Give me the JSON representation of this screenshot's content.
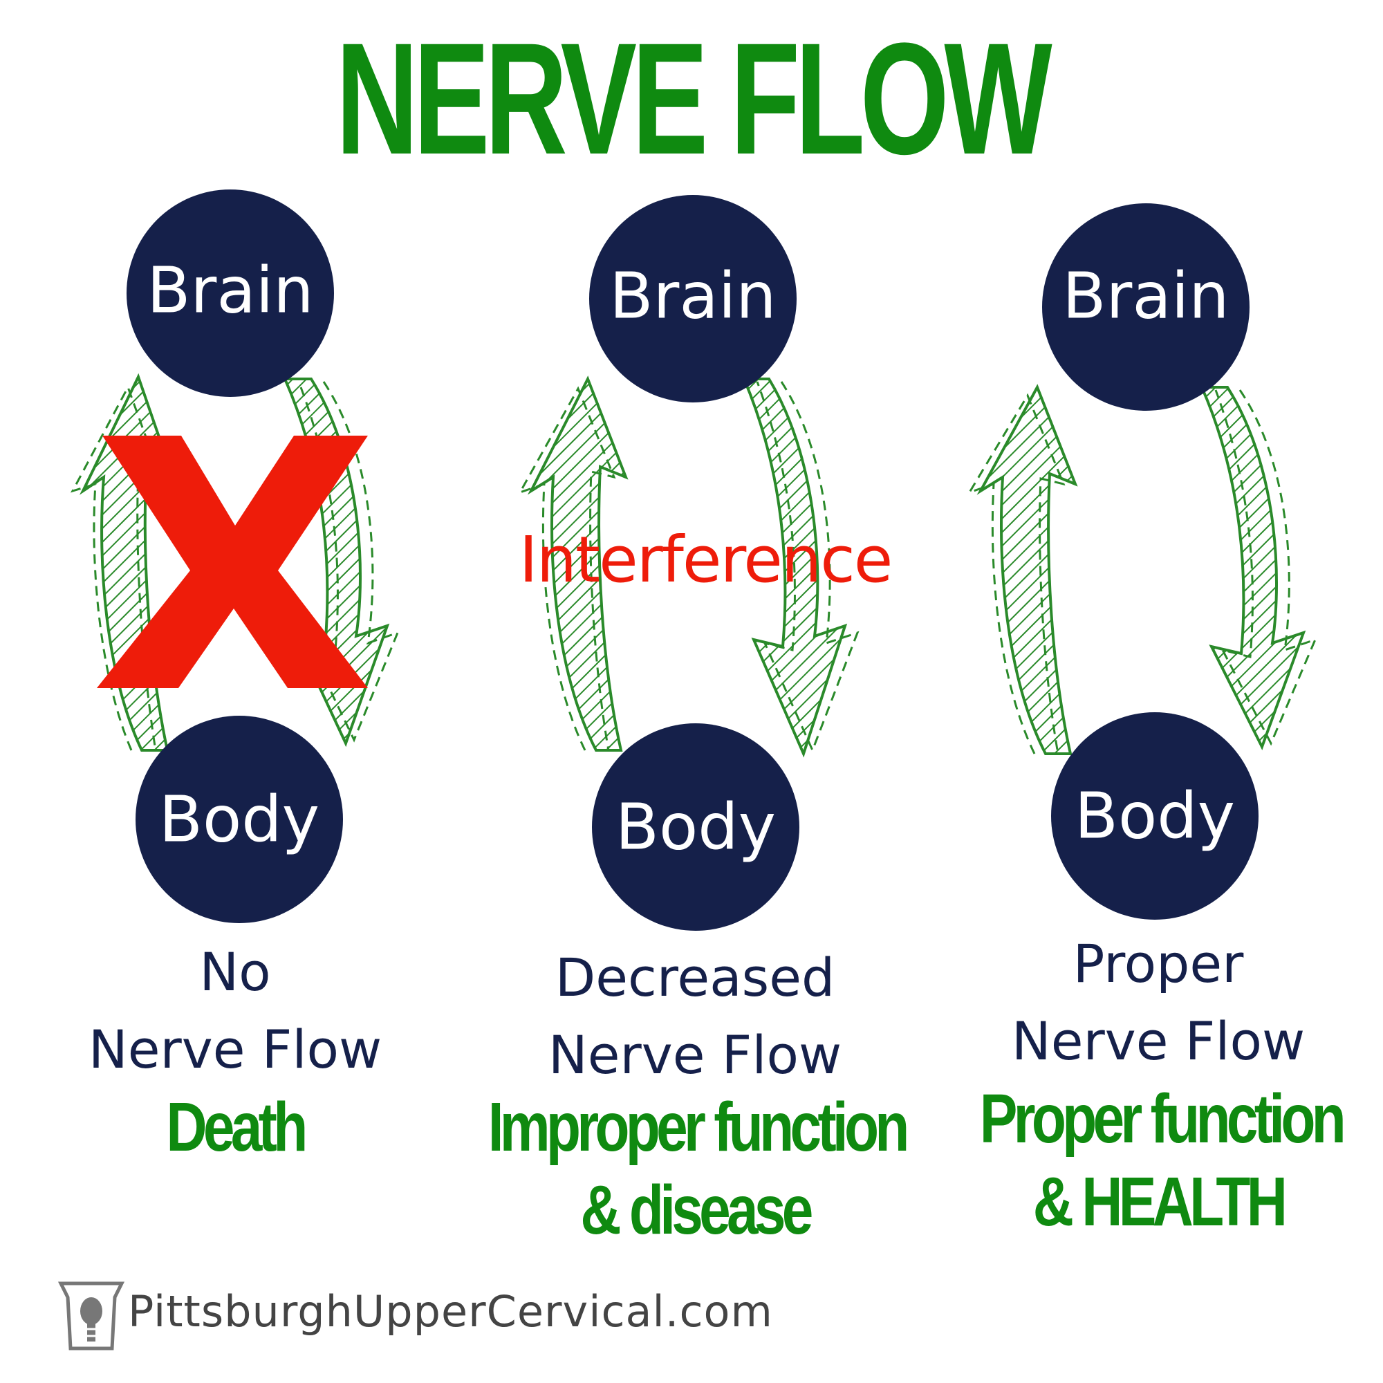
{
  "title": "NERVE FLOW",
  "colors": {
    "title_green": "#0f8a10",
    "node_navy": "#15204a",
    "arrow_green": "#2a8a2a",
    "warning_red": "#ee1c0a",
    "caption_navy": "#15204a",
    "footer_gray": "#444444"
  },
  "columns": [
    {
      "brain_label": "Brain",
      "body_label": "Body",
      "caption_lines": [
        "No",
        "Nerve Flow"
      ],
      "outcome_lines": [
        "Death"
      ],
      "blocked_icon": "red-x-icon"
    },
    {
      "brain_label": "Brain",
      "body_label": "Body",
      "caption_lines": [
        "Decreased",
        "Nerve Flow"
      ],
      "outcome_lines": [
        "Improper function",
        "& disease"
      ],
      "interference_label": "Interference"
    },
    {
      "brain_label": "Brain",
      "body_label": "Body",
      "caption_lines": [
        "Proper",
        "Nerve Flow"
      ],
      "outcome_lines": [
        "Proper function",
        "& HEALTH"
      ]
    }
  ],
  "footer": {
    "website": "PittsburghUpperCervical.com",
    "logo_icon": "keystone-spine-logo-icon"
  }
}
